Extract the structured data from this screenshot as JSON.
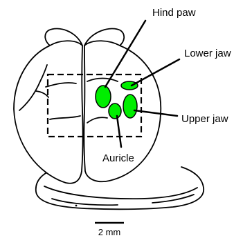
{
  "labels": {
    "hind_paw": "Hind paw",
    "lower_jaw": "Lower jaw",
    "upper_jaw": "Upper jaw",
    "auricle": "Auricle"
  },
  "scale_bar": {
    "label": "2 mm"
  },
  "colors": {
    "region_fill": "#00ee00",
    "outline": "#000000",
    "background": "#ffffff"
  }
}
